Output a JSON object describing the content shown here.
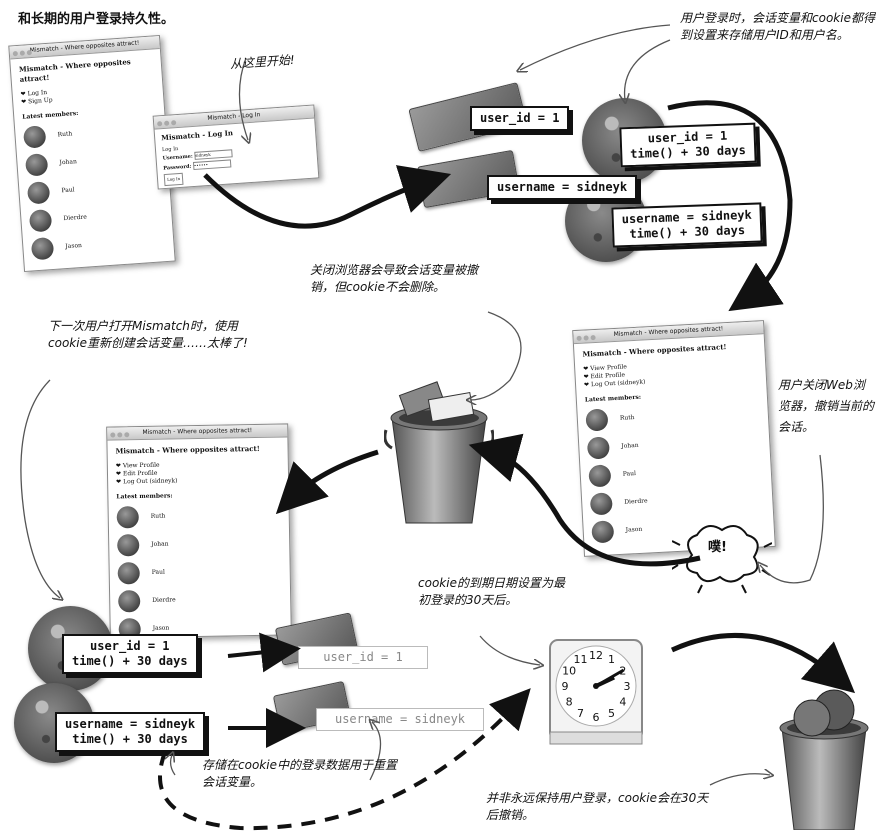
{
  "heading": "和长期的用户登录持久性。",
  "notes": {
    "start": "从这里开始!",
    "session_set": "用户登录时，会话变量和cookie都得到设置来存储用户ID和用户名。",
    "browser_close": "关闭浏览器会导致会话变量被撤销，但cookie不会删除。",
    "next_open": "下一次用户打开Mismatch时，使用cookie重新创建会话变量……太棒了!",
    "user_closes": "用户关闭Web浏览器，撤销当前的会话。",
    "expiry": "cookie的到期日期设置为最初登录的30天后。",
    "stored_data": "存储在cookie中的登录数据用于重置会话变量。",
    "not_forever": "并非永远保持用户登录，cookie会在30天后撤销。",
    "poof": "噗!"
  },
  "labels": {
    "session_user_id": "user_id = 1",
    "session_username": "username = sidneyk",
    "cookie_user_id": "user_id = 1\ntime() + 30 days",
    "cookie_username": "username = sidneyk\ntime() + 30 days",
    "restored_user_id": "user_id = 1",
    "restored_username": "username = sidneyk"
  },
  "windows": {
    "main_title": "Mismatch - Where opposites attract!",
    "main_heading": "Mismatch - Where opposites attract!",
    "links_logged_out": [
      "Log In",
      "Sign Up"
    ],
    "links_logged_in": [
      "View Profile",
      "Edit Profile",
      "Log Out (sidneyk)"
    ],
    "latest_members": "Latest members:",
    "members": [
      "Ruth",
      "Johan",
      "Paul",
      "Dierdre",
      "Jason"
    ],
    "login_title": "Mismatch - Log In",
    "login_heading": "Mismatch - Log In",
    "login_legend": "Log In",
    "username_label": "Username:",
    "username_value": "sidneyk",
    "password_label": "Password:",
    "password_value": "••••••",
    "login_button": "Log In"
  },
  "clock": {
    "numbers": [
      "12",
      "1",
      "2",
      "3",
      "4",
      "5",
      "6",
      "7",
      "8",
      "9",
      "10",
      "11"
    ],
    "hour": 2,
    "minute": 10
  }
}
